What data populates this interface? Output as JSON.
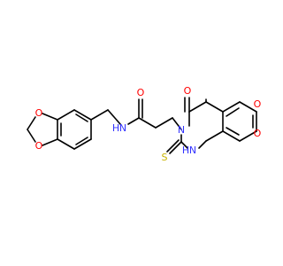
{
  "molecule": {
    "atoms": {
      "o_amide": "O",
      "nh_amide": "N",
      "h_amide": "H",
      "o_bd1": "O",
      "o_bd2": "O",
      "o_quin_carbonyl": "O",
      "n_quin": "N",
      "nh_quin": "N",
      "h_quin": "H",
      "s_thione": "S",
      "o_diox1": "O",
      "o_diox2": "O"
    },
    "colors": {
      "carbon": "#000000",
      "oxygen": "#ff0000",
      "nitrogen": "#3333ff",
      "sulfur": "#c8b400"
    }
  }
}
